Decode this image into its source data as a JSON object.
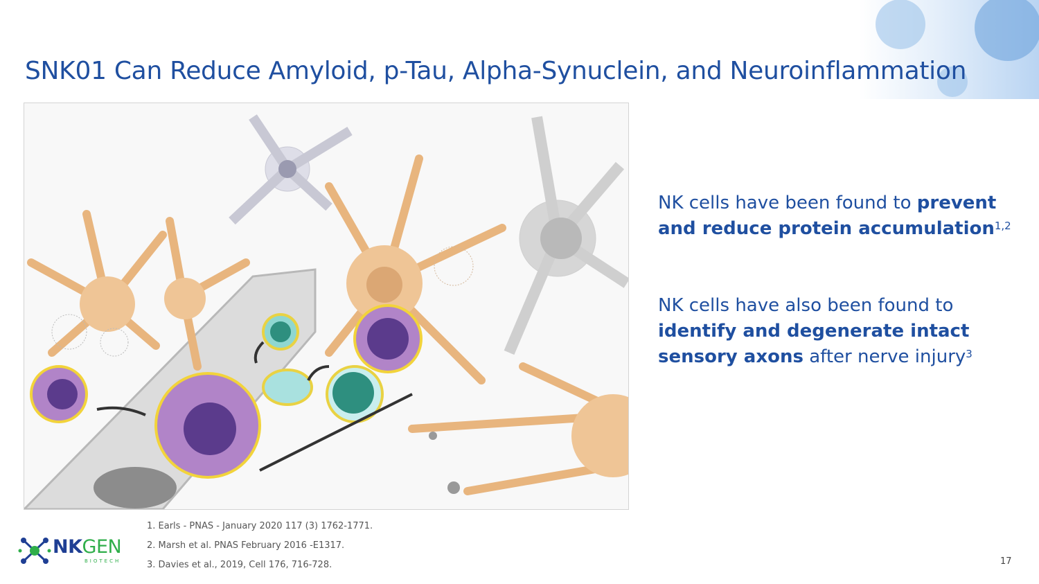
{
  "title": "SNK01 Can Reduce Amyloid, p-Tau, Alpha-Synuclein, and Neuroinflammation",
  "points": [
    {
      "pre": "NK cells have been found to ",
      "bold": "prevent and reduce protein accumulation",
      "post": "",
      "sup": "1,2"
    },
    {
      "pre": "NK cells have also been found to ",
      "bold": "identify and degenerate intact sensory axons",
      "post": " after nerve injury",
      "sup": "3"
    }
  ],
  "references": [
    "1. Earls - PNAS - January 2020 117 (3) 1762-1771.",
    "2. Marsh et al. PNAS February 2016 -E1317.",
    "3. Davies et al., 2019, Cell 176, 716-728."
  ],
  "logo": {
    "name_a": "NK",
    "name_b": "GEN",
    "sub": "BIOTECH"
  },
  "page_number": "17",
  "colors": {
    "brand_blue": "#1f4fa0",
    "brand_green": "#2fae4a"
  }
}
